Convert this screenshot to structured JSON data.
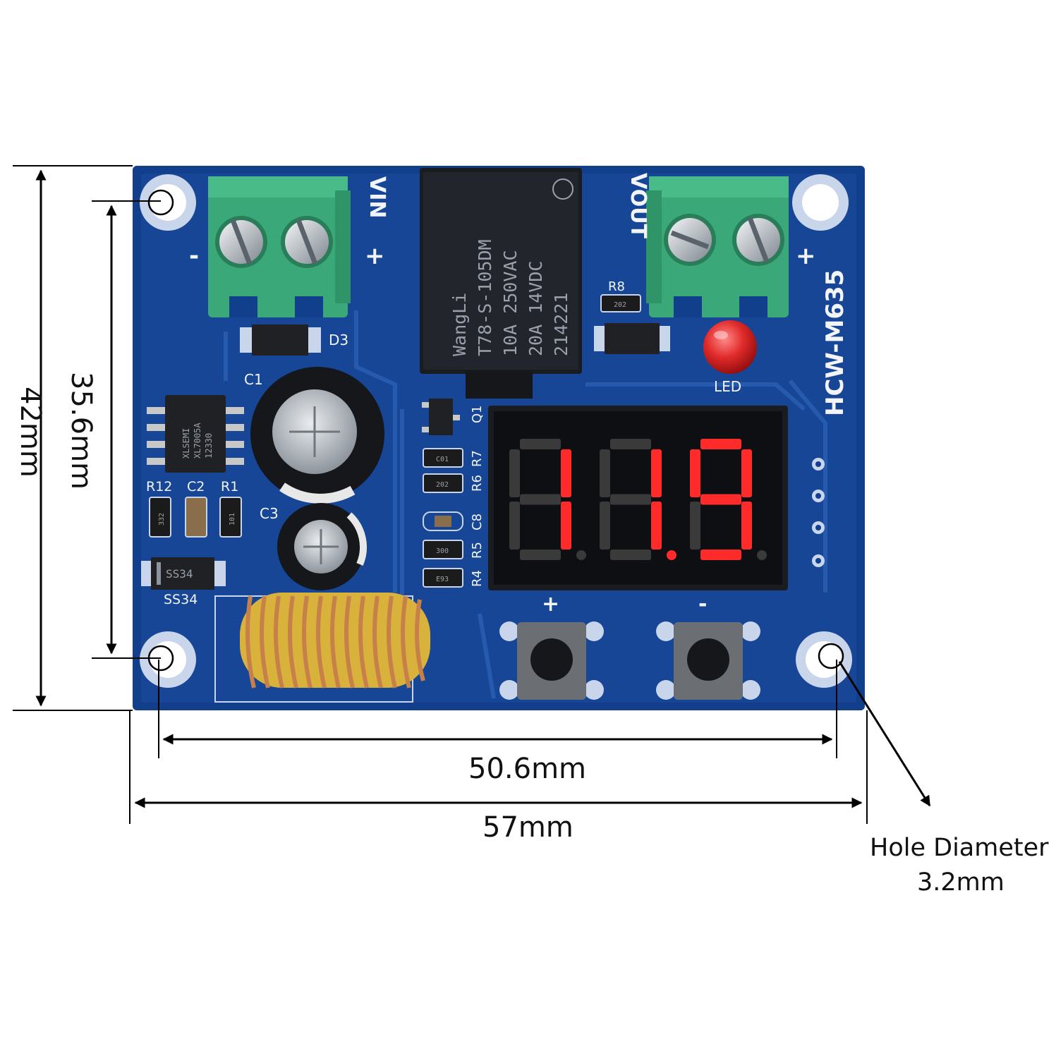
{
  "dimensions": {
    "height_outer": "42mm",
    "height_holes": "35.6mm",
    "width_holes": "50.6mm",
    "width_outer": "57mm",
    "hole_label_line1": "Hole Diameter",
    "hole_label_line2": "3.2mm"
  },
  "board": {
    "model": "HCW-M635",
    "input_label": "VIN",
    "output_label": "VOUT",
    "plus_sign": "+",
    "minus_sign": "-",
    "led_label": "LED",
    "display_value_digits": [
      "1",
      "1",
      "9"
    ],
    "display_decimal_after_index": 1,
    "button_plus_label": "+",
    "button_minus_label": "-",
    "relay_lines": [
      "WangLi",
      "T78-S-105DM",
      "10A 250VAC",
      "20A 14VDC",
      "214221"
    ],
    "ic_lines": [
      "XLSEMI",
      "XL7005A",
      "12330"
    ],
    "refs": {
      "c1": "C1",
      "c2": "C2",
      "c3": "C3",
      "c8": "C8",
      "r1": "R1",
      "r4": "R4",
      "r5": "R5",
      "r6": "R6",
      "r7": "R7",
      "r8": "R8",
      "r12": "R12",
      "d3": "D3",
      "q1": "Q1",
      "ss34": "SS34"
    },
    "diode_marking": "SS34",
    "resistor_codes": {
      "r8": "202",
      "r7": "C01",
      "r6": "202",
      "r5": "300",
      "r4": "E93",
      "r12": "332",
      "r1": "101"
    }
  },
  "colors": {
    "pcb": "#123f8c",
    "terminal": "#3aa879",
    "led_red": "#e02a2a",
    "segment_on": "#ff2b2b",
    "segment_off": "#3a3a3a",
    "copper": "#c8804a"
  }
}
